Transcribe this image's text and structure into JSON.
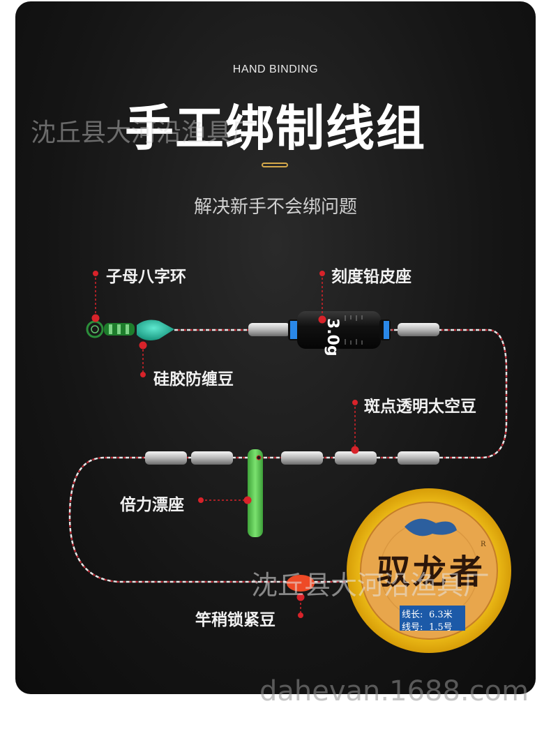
{
  "header": {
    "subtitle_en": "HAND BINDING",
    "title": "手工绑制线组",
    "tagline": "解决新手不会绑问题"
  },
  "labels": {
    "swivel": "子母八字环",
    "weight_seat": "刻度铅皮座",
    "silicone_bean": "硅胶防缠豆",
    "space_bean": "斑点透明太空豆",
    "float_seat": "倍力漂座",
    "lock_bean": "竿稍锁紧豆"
  },
  "weight_seat_text": "3.0g",
  "spool": {
    "brand": "驭龙者",
    "line_length_label": "线长:",
    "line_length_value": "6.3米",
    "line_size_label": "线号:",
    "line_size_value": "1.5号",
    "registered_mark": "R"
  },
  "watermarks": {
    "top": "沈丘县大河沿渔具厂",
    "middle": "沈丘县大河沿渔具厂",
    "bottom": "dahevan.1688.com"
  },
  "colors": {
    "background": "#151515",
    "accent_red": "#d8232a",
    "divider_gold": "#d4a84a",
    "float_green": "#5fd35a",
    "bean_teal": "#1fb59a",
    "spool_yellow": "#f2c21c",
    "lock_bean_red": "#ee4a26"
  }
}
